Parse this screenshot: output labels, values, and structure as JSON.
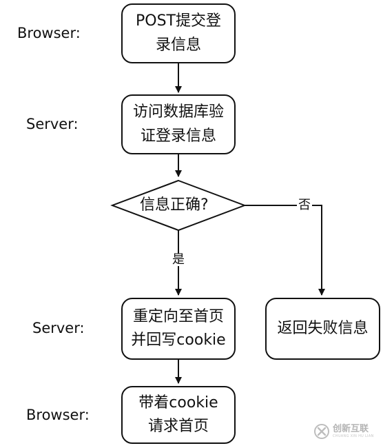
{
  "lanes": [
    {
      "label": "Browser:"
    },
    {
      "label": "Server:"
    },
    {
      "label": "Server:"
    },
    {
      "label": "Browser:"
    }
  ],
  "nodes": {
    "post_login": {
      "line1": "POST提交登",
      "line2": "录信息"
    },
    "verify_db": {
      "line1": "访问数据库验",
      "line2": "证登录信息"
    },
    "decision": {
      "label": "信息正确?"
    },
    "redirect": {
      "line1": "重定向至首页",
      "line2": "并回写cookie"
    },
    "fail": {
      "label": "返回失败信息"
    },
    "request_home": {
      "line1": "带着cookie",
      "line2": "请求首页"
    }
  },
  "edges": {
    "yes_label": "是",
    "no_label": "否"
  },
  "watermark": {
    "main": "创新互联",
    "sub": "CHUANG XIN HU LIAN"
  },
  "colors": {
    "stroke": "#111111",
    "background": "#ffffff"
  }
}
